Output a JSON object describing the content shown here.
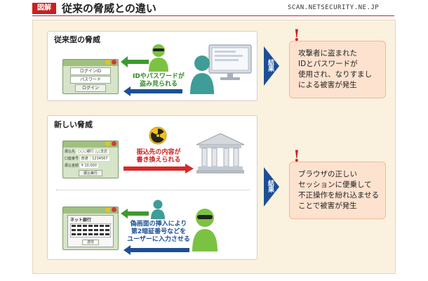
{
  "header": {
    "tag": "図解",
    "title": "従来の脅威との違い",
    "source": "SCAN.NETSECURITY.NE.JP"
  },
  "panel_old": {
    "title": "従来型の脅威",
    "fields": [
      "ログインID",
      "パスワード",
      "ログイン"
    ],
    "attack_label": [
      "IDやパスワードが",
      "盗み見られる"
    ],
    "result_tag": "結果",
    "result_text": [
      "攻撃者に盗まれた",
      "IDとパスワードが",
      "使用され、なりすまし",
      "による被害が発生"
    ]
  },
  "panel_new": {
    "title": "新しい脅威",
    "transfer_form": {
      "rows": [
        [
          "振込先",
          "○○○銀行 △△支店"
        ],
        [
          "口座番号",
          "普通",
          "1234567"
        ],
        [
          "振込金額",
          "¥ 10,000"
        ]
      ],
      "button": "振込実行"
    },
    "tamper_label": [
      "振込先の内容が",
      "書き換えられる"
    ],
    "inject_window": {
      "title": "ネット銀行",
      "button": "送信"
    },
    "inject_label": [
      "偽画面の挿入により",
      "第2暗証番号などを",
      "ユーザーに入力させる"
    ],
    "result_tag": "結果",
    "result_text": [
      "ブラウザの正しい",
      "セッションに便乗して",
      "不正操作を紛れ込ませる",
      "ことで被害が発生"
    ]
  },
  "colors": {
    "accent_red": "#cc1f1f",
    "frame_bg": "#fbf1df",
    "result_bg": "#fde2cf",
    "arrow_green": "#3c9a2e",
    "arrow_blue": "#1d4f96",
    "arrow_red": "#d42a2a"
  },
  "icons": [
    "hacker-figure-icon",
    "user-figure-icon",
    "computer-monitor-icon",
    "bank-building-icon",
    "radiation-icon",
    "exclamation-icon"
  ]
}
